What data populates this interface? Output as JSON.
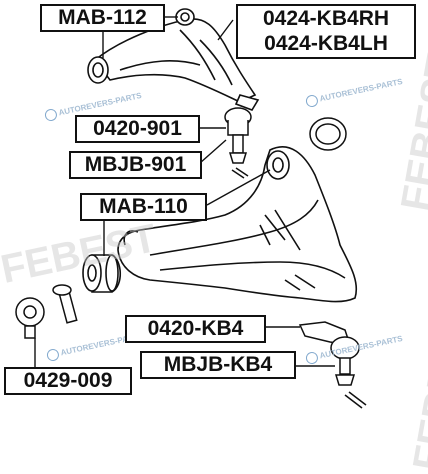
{
  "labels": {
    "mab112": "MAB-112",
    "kb4rh": "0424-KB4RH",
    "kb4lh": "0424-KB4LH",
    "p0420_901": "0420-901",
    "mbjb901": "MBJB-901",
    "mab110": "MAB-110",
    "p0420_kb4": "0420-KB4",
    "mbjb_kb4": "MBJB-KB4",
    "p0429_009": "0429-009"
  },
  "watermark": {
    "small": "AUTOREVERS-PARTS",
    "brand": "FEBEST"
  },
  "colors": {
    "line": "#111111",
    "watermark": "#9bb6cf"
  }
}
